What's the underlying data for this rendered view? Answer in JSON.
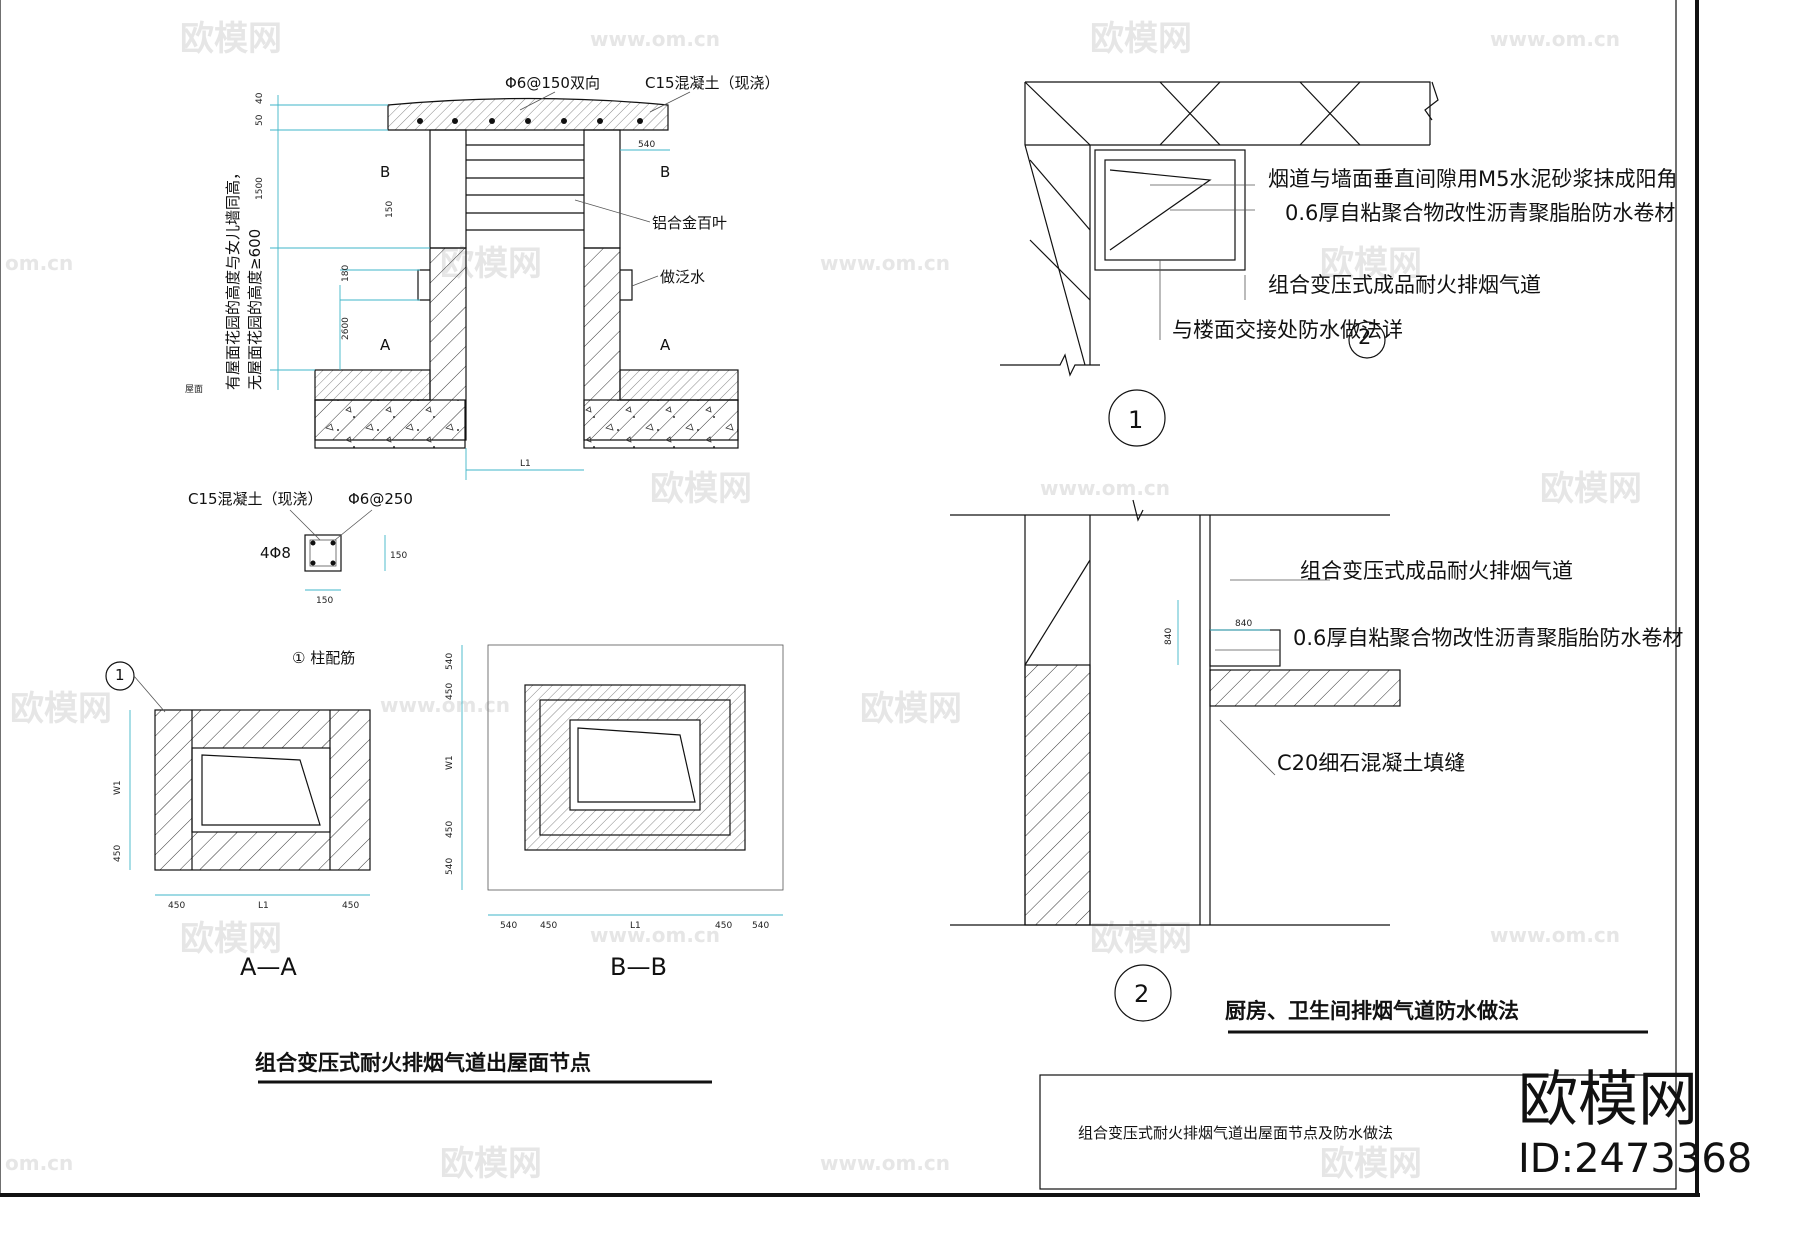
{
  "watermark": {
    "brand": "欧模网",
    "url": "www.om.cn",
    "url_short": "om.cn"
  },
  "left": {
    "top_labels": {
      "rebar": "Φ6@150双向",
      "concrete": "C15混凝土（现浇）",
      "louver": "铝合金百叶",
      "flashing": "做泛水",
      "roof": "屋面"
    },
    "side_note_1": "有屋面花园的高度与女儿墙同高，",
    "side_note_2": "无屋面花园的高度≥600",
    "section_markers": {
      "b": "B",
      "a": "A"
    },
    "dims_vertical": [
      "40",
      "50",
      "1500",
      "150",
      "180",
      "2600"
    ],
    "dim_540": "540",
    "dim_l1": "L1",
    "column": {
      "concrete": "C15混凝土（现浇）",
      "stirrup": "Φ6@250",
      "bars": "4Φ8",
      "dim_h": "150",
      "dim_v": "150",
      "caption": "① 柱配筋"
    },
    "aa": {
      "marker": "1",
      "w1": "W1",
      "dim_450": "450",
      "l1": "L1",
      "title": "A—A"
    },
    "bb": {
      "dim_540": "540",
      "dim_450": "450",
      "w1": "W1",
      "l1": "L1",
      "title": "B—B"
    },
    "title": "组合变压式耐火排烟气道出屋面节点"
  },
  "right": {
    "detail1": {
      "note1": "烟道与墙面垂直间隙用M5水泥砂浆抹成阳角",
      "note2": "0.6厚自粘聚合物改性沥青聚脂胎防水卷材",
      "note3": "组合变压式成品耐火排烟气道",
      "note4": "与楼面交接处防水做法详",
      "ref_num": "2",
      "marker": "1"
    },
    "detail2": {
      "note1": "组合变压式成品耐火排烟气道",
      "note2": "0.6厚自粘聚合物改性沥青聚脂胎防水卷材",
      "note3": "C20细石混凝土填缝",
      "dim_840a": "840",
      "dim_840b": "840",
      "marker": "2",
      "title": "厨房、卫生间排烟气道防水做法"
    },
    "title_block": "组合变压式耐火排烟气道出屋面节点及防水做法"
  },
  "brand": {
    "name": "欧模网",
    "id": "ID:2473368"
  }
}
